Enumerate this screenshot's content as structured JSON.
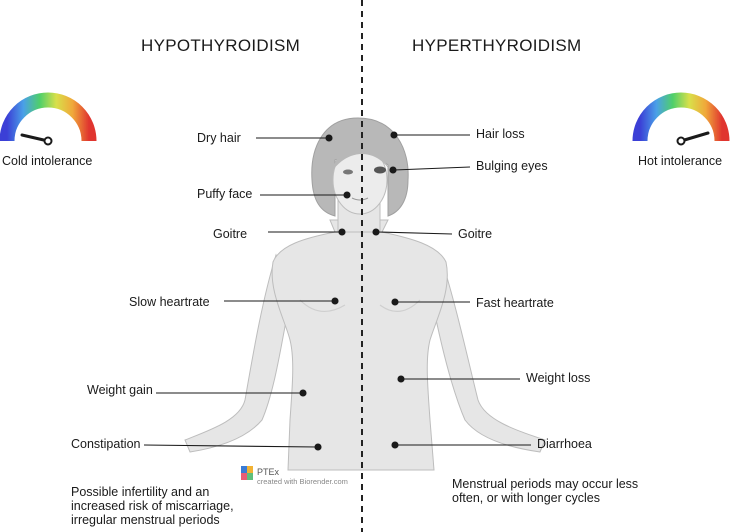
{
  "headings": {
    "left": "HYPOTHYROIDISM",
    "right": "HYPERTHYROIDISM"
  },
  "gauges": {
    "left_label": "Cold intolerance",
    "right_label": "Hot intolerance"
  },
  "hypo_labels": [
    "Dry hair",
    "Puffy face",
    "Goitre",
    "Slow heartrate",
    "Weight gain",
    "Constipation"
  ],
  "hyper_labels": [
    "Hair loss",
    "Bulging eyes",
    "Goitre",
    "Fast heartrate",
    "Weight loss",
    "Diarrhoea"
  ],
  "hypo_note": "Possible infertility and an increased risk of miscarriage, irregular menstrual periods",
  "hyper_note": "Menstrual periods may occur less often, or with longer cycles",
  "watermark": {
    "brand": "PTEx",
    "credit": "created with Biorender.com"
  },
  "colors": {
    "line": "#1a1a1a",
    "figure_fill": "#e6e6e6",
    "figure_stroke": "#bdbdbd",
    "hair": "#b8b8b8"
  }
}
